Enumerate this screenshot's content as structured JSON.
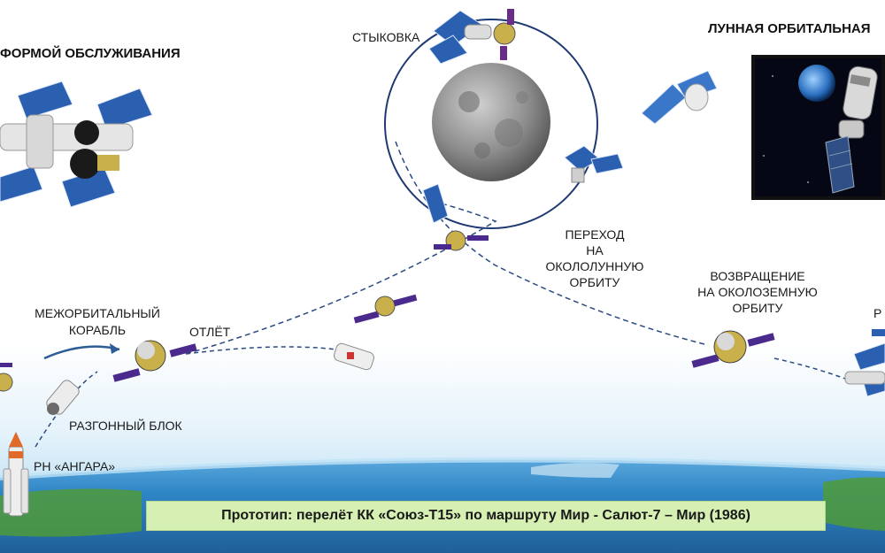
{
  "labels": {
    "service_platform": "ФОРМОЙ ОБСЛУЖИВАНИЯ",
    "lunar_station": "ЛУННАЯ ОРБИТАЛЬНАЯ",
    "docking": "СТЫКОВКА",
    "transfer_line1": "ПЕРЕХОД",
    "transfer_line2": "НА",
    "transfer_line3": "ОКОЛОЛУННУЮ",
    "transfer_line4": "ОРБИТУ",
    "return_line1": "ВОЗВРАЩЕНИЕ",
    "return_line2": "НА ОКОЛОЗЕМНУЮ",
    "return_line3": "ОРБИТУ",
    "interorbital_line1": "МЕЖОРБИТАЛЬНЫЙ",
    "interorbital_line2": "КОРАБЛЬ",
    "departure": "ОТЛЁТ",
    "upper_stage": "РАЗГОННЫЙ БЛОК",
    "rocket": "РН «АНГАРА»",
    "partial_right": "Р"
  },
  "caption": "Прототип: перелёт КК «Союз-Т15» по маршруту Мир - Салют-7 – Мир (1986)",
  "colors": {
    "sky_top": "#ffffff",
    "sky_horizon": "#cde8f7",
    "earth_ocean": "#2f86c6",
    "earth_land": "#4f9a3a",
    "solar_panel": "#2b5fb0",
    "interorbital_panel": "#4a2a8c",
    "moon": "#8c8c8c",
    "caption_bg": "#d6f0b4"
  }
}
